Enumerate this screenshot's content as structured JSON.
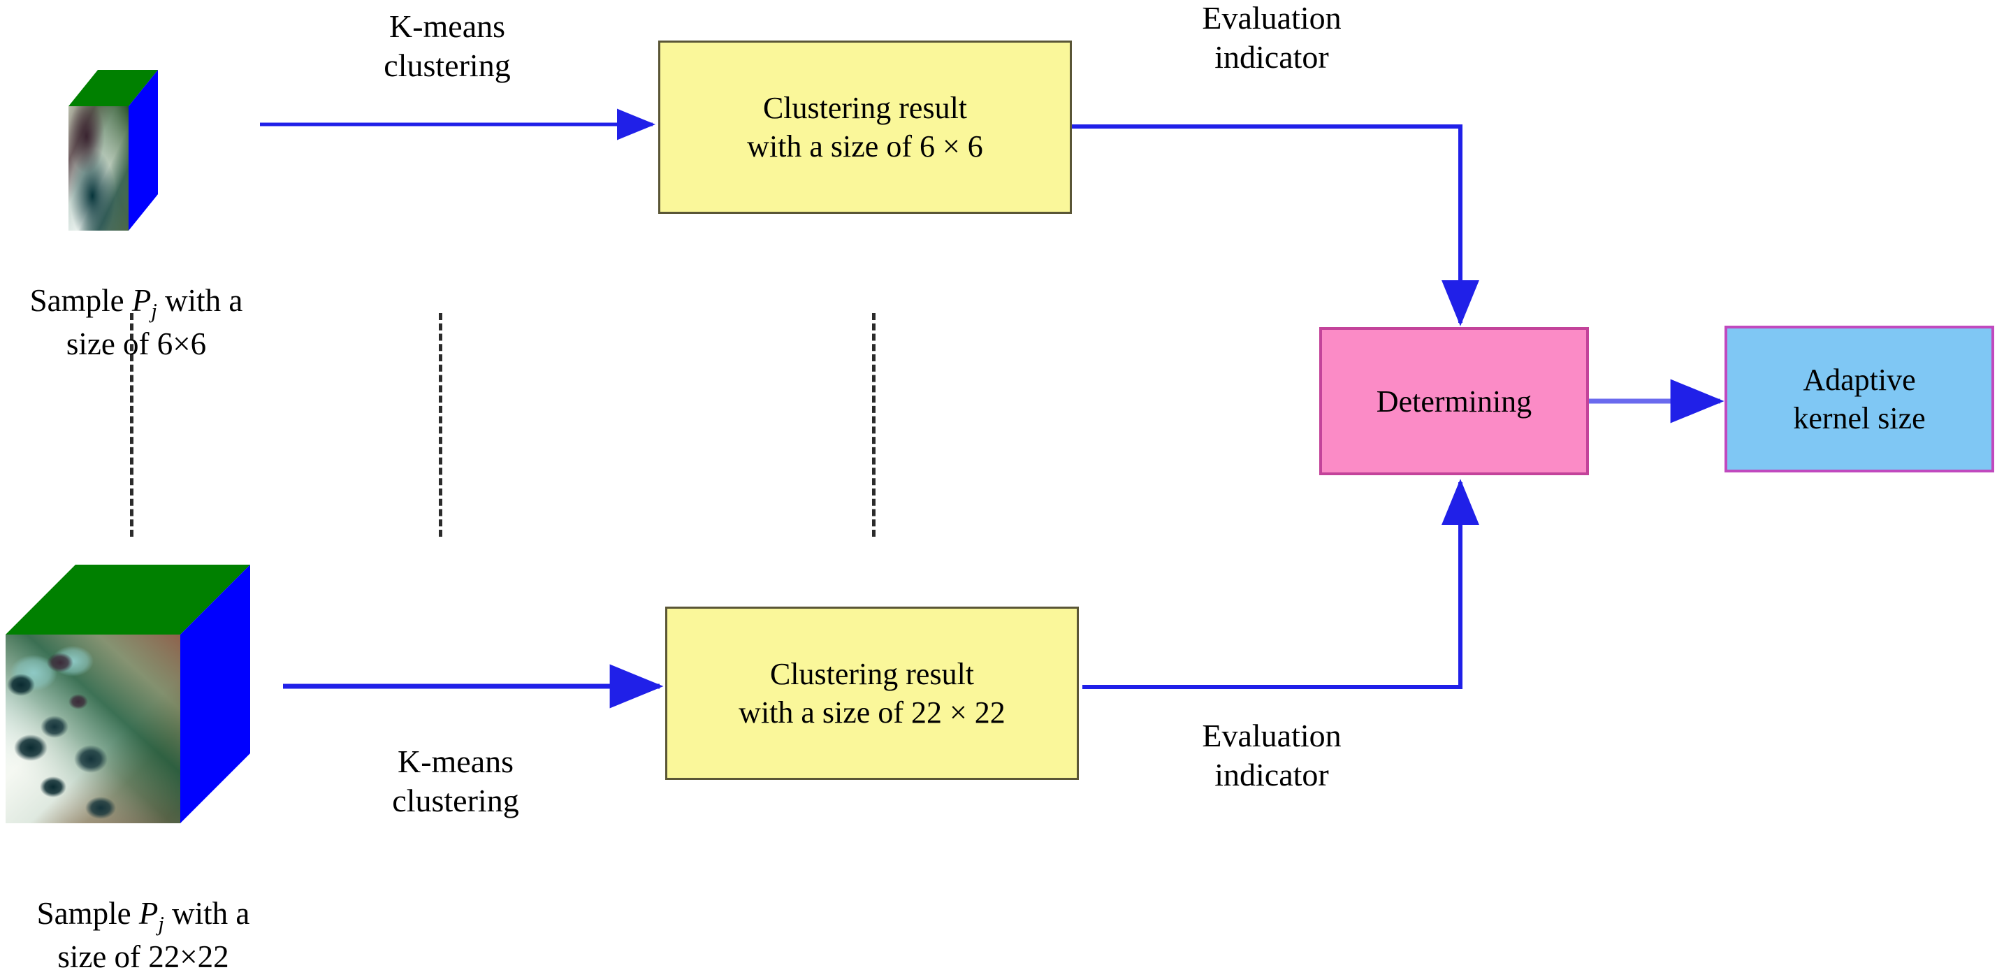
{
  "figure": {
    "type": "flow-diagram",
    "title": "Adaptive kernel size determination via K-means clustering",
    "background": "#ffffff"
  },
  "colors": {
    "arrow": "#2020E8",
    "box_yellow_fill": "#FAF79A",
    "box_yellow_border": "#5A5636",
    "box_pink_fill": "#FB8BC6",
    "box_pink_border": "#C3439A",
    "box_blue_fill": "#7FC7F4",
    "box_blue_border": "#C049BE",
    "cube_top": "#008000",
    "cube_side": "#0000FF",
    "dash_line": "#2b2b2b"
  },
  "samples": [
    {
      "id": "sample-small",
      "label_line1_prefix": "Sample ",
      "label_var": "P",
      "label_var_sub": "j",
      "label_line1_suffix": " with a",
      "label_line2": "size of 6×6",
      "size": "6×6"
    },
    {
      "id": "sample-large",
      "label_line1_prefix": "Sample ",
      "label_var": "P",
      "label_var_sub": "j",
      "label_line1_suffix": " with a",
      "label_line2": "size of 22×22",
      "size": "22×22"
    }
  ],
  "process_labels": {
    "kmeans_top": "K-means\nclustering",
    "kmeans_bottom": "K-means\nclustering",
    "evaluation_top": "Evaluation\nindicator",
    "evaluation_bottom": "Evaluation\nindicator"
  },
  "boxes": {
    "cluster_small": {
      "line1": "Clustering result",
      "line2": "with a size  of  6 × 6",
      "kernel_size": "6 × 6"
    },
    "cluster_large": {
      "line1": "Clustering result",
      "line2": "with a size  of  22 × 22",
      "kernel_size": "22 × 22"
    },
    "determining": {
      "label": "Determining"
    },
    "adaptive": {
      "line1": "Adaptive",
      "line2": "kernel size"
    }
  },
  "ellipsis": {
    "glyph": "vertical-dash-dot-line",
    "count": 3,
    "meaning": "intermediate sample sizes between 6×6 and 22×22"
  }
}
